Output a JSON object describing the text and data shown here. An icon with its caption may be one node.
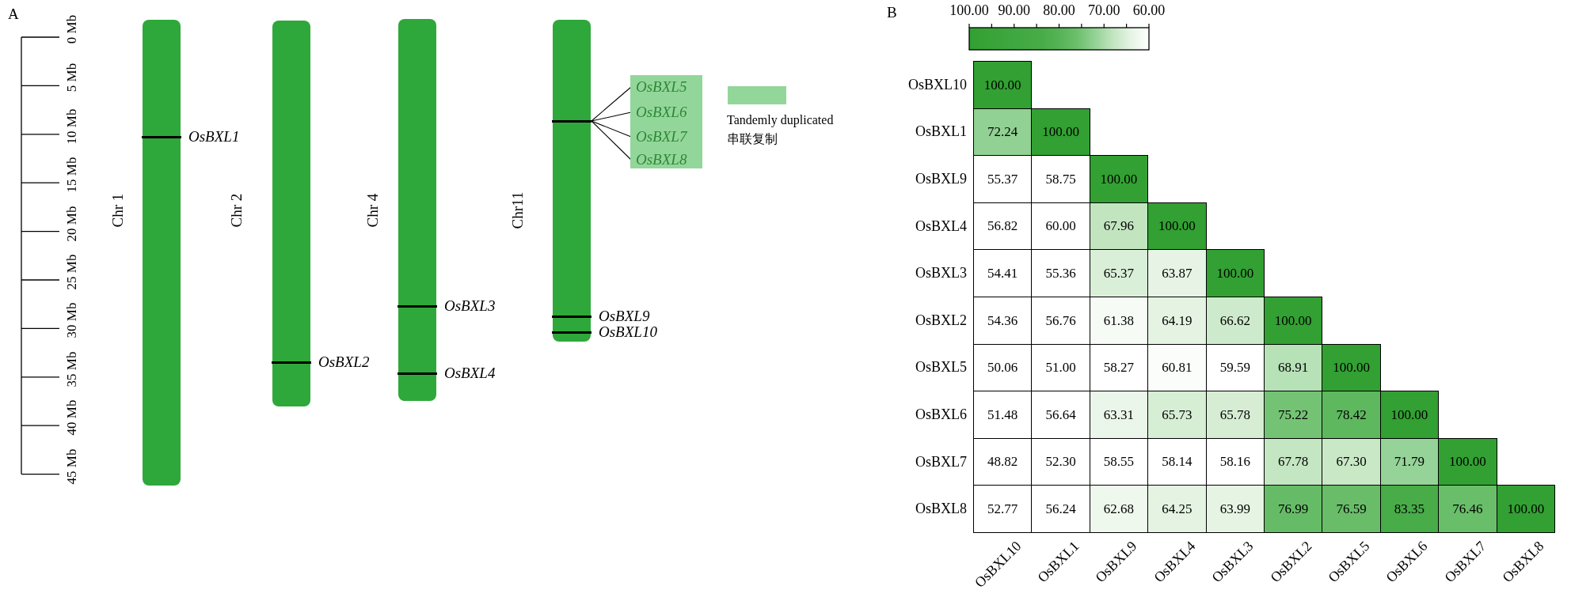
{
  "diagram": {
    "nodes": [
      {
        "text": [],
        "shape": "bar",
        "beside": [
          "Chr 1",
          "OsBXL1"
        ]
      },
      {
        "text": [],
        "shape": "bar",
        "beside": [
          "Chr 2",
          "OsBXL2"
        ]
      },
      {
        "text": [],
        "shape": "bar",
        "beside": [
          "Chr 4",
          "OsBXL3",
          "OsBXL4"
        ]
      },
      {
        "text": [],
        "shape": "bar",
        "beside": [
          "Chr11",
          "OsBXL9",
          "OsBXL10"
        ]
      },
      {
        "text": [],
        "shape": "bar",
        "in": 3
      },
      {
        "text": [],
        "shape": "box"
      },
      {
        "text": [
          "OsBXL5"
        ],
        "in": 5
      },
      {
        "text": [
          "OsBXL6"
        ],
        "in": 5
      },
      {
        "text": [
          "OsBXL7"
        ],
        "in": 5
      },
      {
        "text": [
          "OsBXL8"
        ],
        "in": 5
      }
    ],
    "edges": [
      {
        "from": 4,
        "to": 6,
        "arrow": "none"
      },
      {
        "from": 4,
        "to": 7,
        "arrow": "none"
      },
      {
        "from": 4,
        "to": 8,
        "arrow": "none"
      },
      {
        "from": 4,
        "to": 9,
        "arrow": "none"
      }
    ],
    "labels": [
      "A",
      "0 Mb",
      "5 Mb",
      "10 Mb",
      "15 Mb",
      "20 Mb",
      "25 Mb",
      "30 Mb",
      "35 Mb",
      "40 Mb",
      "45 Mb",
      "B",
      "100.00",
      "90.00",
      "80.00",
      "70.00",
      "60.00",
      "OsBXL10",
      "100.00",
      "OsBXL1",
      "72.24",
      "100.00",
      "OsBXL9",
      "55.37",
      "58.75",
      "100.00",
      "OsBXL4",
      "56.82",
      "60.00",
      "67.96",
      "100.00",
      "OsBXL3",
      "54.41",
      "55.36",
      "65.37",
      "63.87",
      "100.00",
      "OsBXL2",
      "54.36",
      "56.76",
      "61.38",
      "64.19",
      "66.62",
      "100.00",
      "OsBXL5",
      "50.06",
      "51.00",
      "58.27",
      "60.81",
      "59.59",
      "68.91",
      "100.00",
      "OsBXL6",
      "51.48",
      "56.64",
      "63.31",
      "65.73",
      "65.78",
      "75.22",
      "78.42",
      "100.00",
      "OsBXL7",
      "48.82",
      "52.30",
      "58.55",
      "58.14",
      "58.16",
      "67.78",
      "67.30",
      "71.79",
      "100.00",
      "OsBXL8",
      "52.77",
      "56.24",
      "62.68",
      "64.25",
      "63.99",
      "76.99",
      "76.59",
      "83.35",
      "76.46",
      "100.00",
      "OsBXL10",
      "OsBXL1",
      "OsBXL9",
      "OsBXL4",
      "OsBXL3",
      "OsBXL2",
      "OsBXL5",
      "OsBXL6",
      "OsBXL7",
      "OsBXL8"
    ],
    "legend": [
      {
        "text": "Tandemly duplicated 串联复制",
        "color": "#93d69a"
      }
    ]
  }
}
